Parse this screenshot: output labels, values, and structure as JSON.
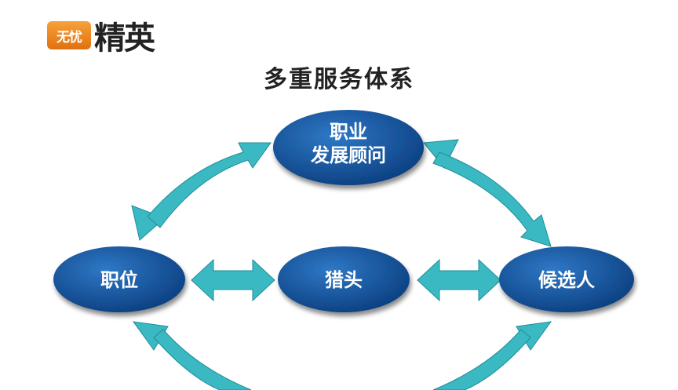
{
  "logo": {
    "badge": "无忧",
    "word": "精英"
  },
  "title": "多重服务体系",
  "nodes": {
    "advisor": {
      "line1": "职业",
      "line2": "发展顾问"
    },
    "position": "职位",
    "headhunter": "猎头",
    "candidate": "候选人"
  },
  "colors": {
    "node": "#0f4f9c",
    "arrow": "#3bb9c3",
    "text": "#ffffff"
  }
}
